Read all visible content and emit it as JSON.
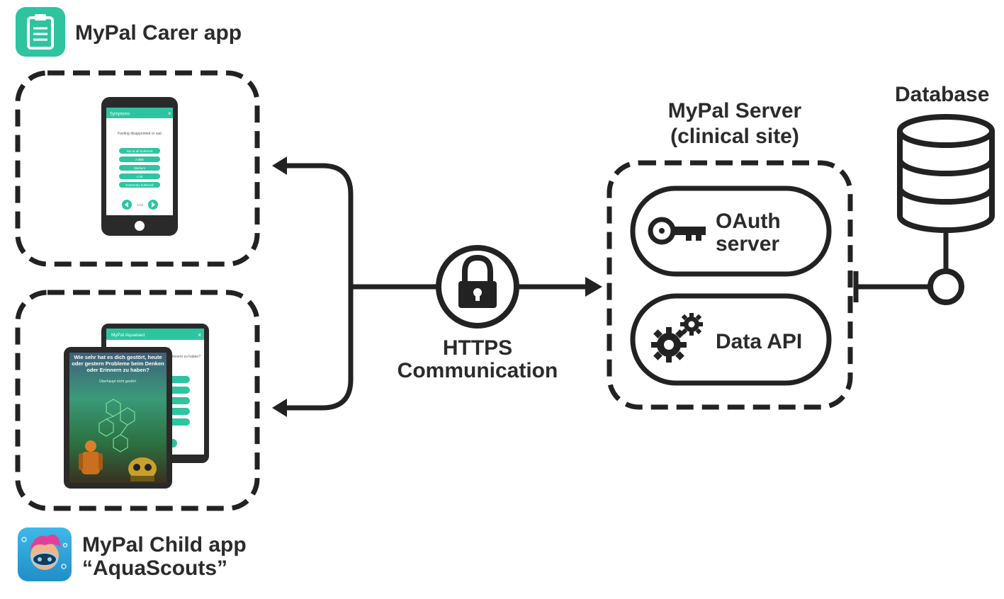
{
  "carer_app": {
    "title": "MyPal Carer app",
    "phone": {
      "header": "Symptoms",
      "question": "Feeling disappointed or sad",
      "options": [
        "Not at all bothered",
        "A little",
        "Medium",
        "A lot",
        "Extremely bothered"
      ],
      "pager": "1/10"
    }
  },
  "child_app": {
    "title_line1": "MyPal Child app",
    "title_line2": "“AquaScouts”",
    "back_tablet_header": "MyPal Aquanaut",
    "back_tablet_text": "oder gestern Erinnern zu haben?",
    "front_tablet_question": "Wie sehr hat es dich gestört, heute oder gestern Probleme beim Denken oder Erinnern zu haben?",
    "front_tablet_sub": "Überhaupt nicht gestört"
  },
  "connection": {
    "line1": "HTTPS",
    "line2": "Communication"
  },
  "server": {
    "title_line1": "MyPal Server",
    "title_line2": "(clinical site)",
    "oauth_line1": "OAuth",
    "oauth_line2": "server",
    "data_api": "Data API"
  },
  "database": {
    "label": "Database"
  },
  "colors": {
    "teal": "#2ec4a0",
    "dark": "#222222",
    "game_green": "#2e7a4a"
  }
}
